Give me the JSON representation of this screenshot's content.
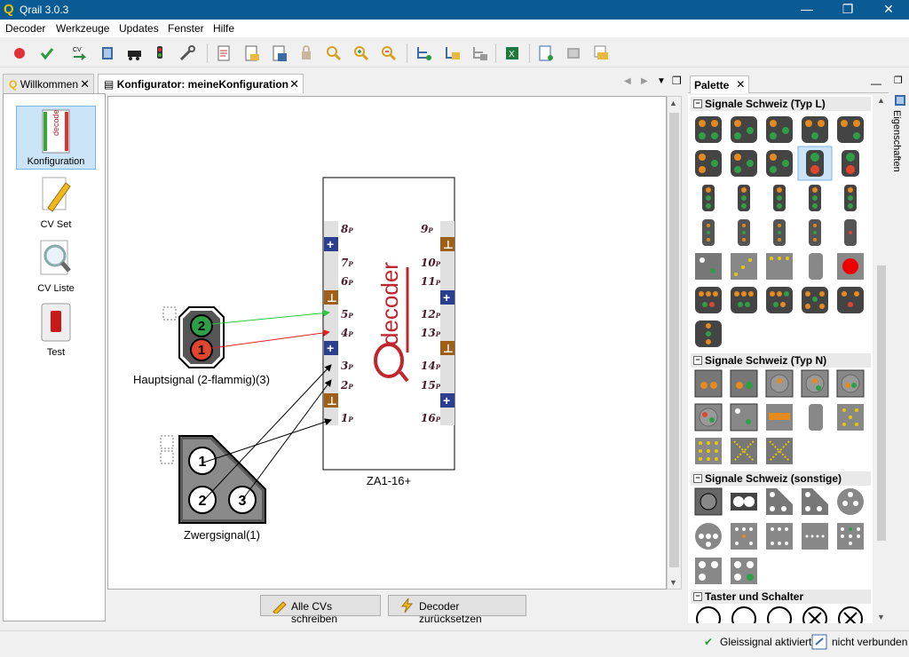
{
  "window": {
    "title": "Qrail 3.0.3",
    "logo": "Q",
    "minimize": "—",
    "maximize": "❐",
    "close": "✕"
  },
  "menu": [
    "Decoder",
    "Werkzeuge",
    "Updates",
    "Fenster",
    "Hilfe"
  ],
  "tabs": [
    {
      "label": "Willkommen",
      "close": "✕"
    },
    {
      "label": "Konfigurator: meineKonfiguration",
      "close": "✕"
    }
  ],
  "tab_nav": {
    "prev": "◀",
    "next": "▶",
    "menu": "▼",
    "restore": "❐"
  },
  "sidebar": [
    {
      "label": "Konfiguration",
      "selected": true
    },
    {
      "label": "CV Set"
    },
    {
      "label": "CV Liste"
    },
    {
      "label": "Test"
    }
  ],
  "diagram": {
    "decoder_label": "ZA1-16+",
    "decoder_brand": "decoder",
    "signal_main_label": "Hauptsignal (2-flammig)(3)",
    "signal_main_top": "2",
    "signal_main_bottom": "1",
    "signal_dwarf_label": "Zwergsignal(1)",
    "signal_dwarf_lights": [
      "1",
      "2",
      "3"
    ],
    "pins_left": [
      "8",
      "7",
      "6",
      "5",
      "4",
      "3",
      "2",
      "1"
    ],
    "pins_right": [
      "9",
      "10",
      "11",
      "12",
      "13",
      "14",
      "15",
      "16"
    ],
    "pin_suffix": "P"
  },
  "buttons": {
    "write_all": "Alle CVs schreiben",
    "reset": "Decoder zurücksetzen"
  },
  "palette": {
    "title": "Palette",
    "close": "✕",
    "minimize": "—",
    "groups": [
      "Signale Schweiz (Typ L)",
      "Signale Schweiz (Typ N)",
      "Signale Schweiz (sonstige)",
      "Taster und Schalter"
    ]
  },
  "properties_label": "Eigenschaften",
  "status": {
    "track_signal": "Gleissignal aktiviert",
    "connection": "nicht verbunden"
  },
  "colors": {
    "titlebar": "#0a5a93",
    "green_light": "#2e9e47",
    "red_light": "#e0452e",
    "plus_block": "#2b3f91",
    "ground_block": "#a05f17"
  }
}
